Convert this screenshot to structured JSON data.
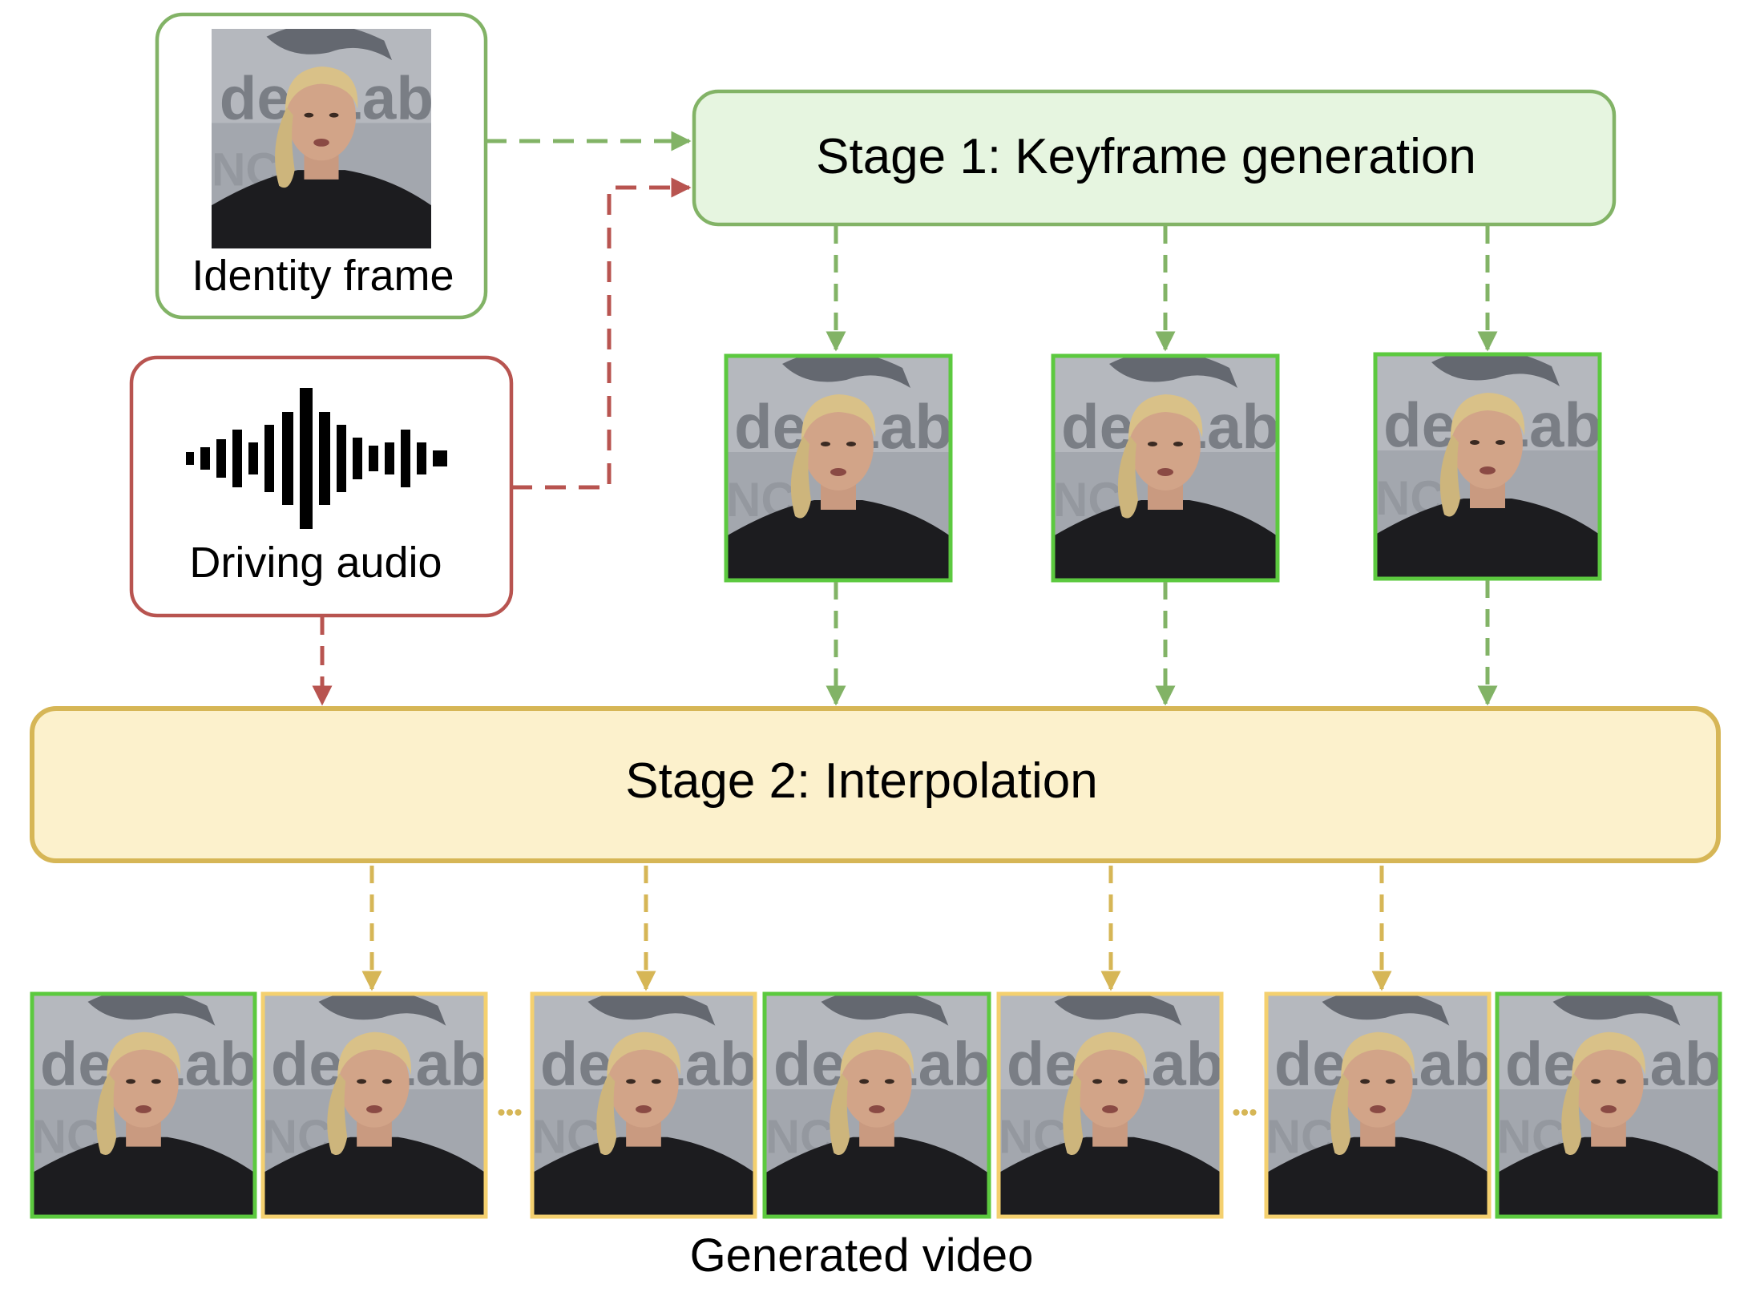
{
  "identity": {
    "label": "Identity frame"
  },
  "audio": {
    "label": "Driving audio"
  },
  "stage1": {
    "label": "Stage 1: Keyframe generation"
  },
  "stage2": {
    "label": "Stage 2: Interpolation"
  },
  "output": {
    "label": "Generated video",
    "ellipsis": "•••"
  },
  "frames": {
    "photo_text": "deaLab",
    "keyframes": [
      "keyframe",
      "keyframe",
      "keyframe"
    ],
    "video": [
      "keyframe",
      "interpolated",
      "interpolated",
      "keyframe",
      "interpolated",
      "interpolated",
      "keyframe"
    ]
  },
  "colors": {
    "green_stroke": "#82b366",
    "green_fill": "#e6f5e0",
    "green_frame": "#5cc93f",
    "red_stroke": "#b85450",
    "yellow_stroke": "#d6b656",
    "yellow_fill": "#fcf1cc",
    "yellow_frame": "#f4d06f"
  }
}
